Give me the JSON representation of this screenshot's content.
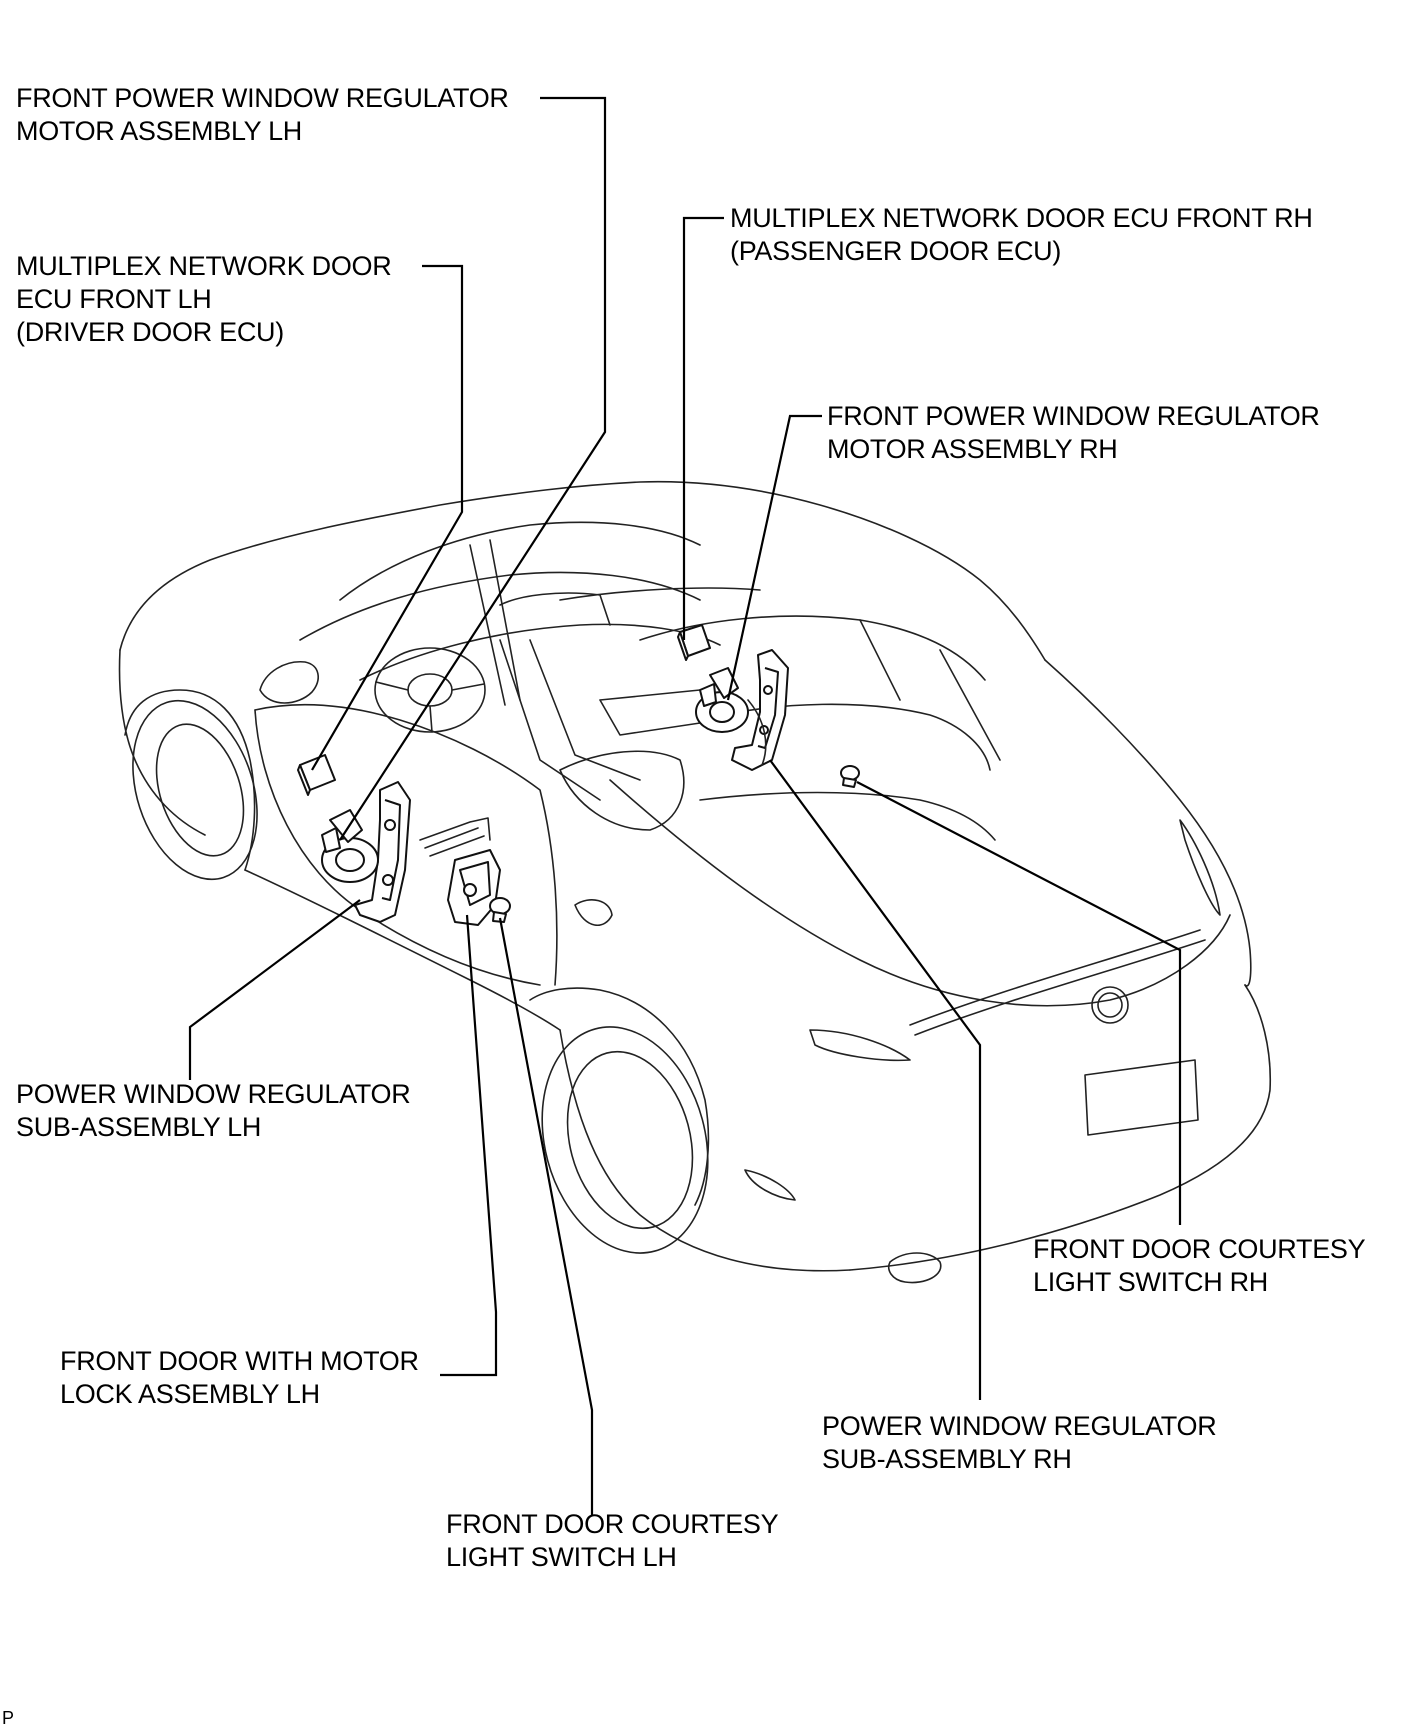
{
  "labels": {
    "fr_motor_lh": [
      "FRONT POWER WINDOW REGULATOR",
      "MOTOR ASSEMBLY LH"
    ],
    "ecu_lh": [
      "MULTIPLEX NETWORK DOOR",
      "ECU FRONT LH",
      "(DRIVER DOOR ECU)"
    ],
    "ecu_rh": [
      "MULTIPLEX NETWORK DOOR ECU FRONT RH",
      "(PASSENGER DOOR ECU)"
    ],
    "fr_motor_rh": [
      "FRONT POWER WINDOW REGULATOR",
      "MOTOR ASSEMBLY RH"
    ],
    "regulator_lh": [
      "POWER WINDOW REGULATOR",
      "SUB-ASSEMBLY LH"
    ],
    "courtesy_rh": [
      "FRONT DOOR COURTESY",
      "LIGHT SWITCH RH"
    ],
    "door_lock_lh": [
      "FRONT DOOR WITH MOTOR",
      "LOCK ASSEMBLY LH"
    ],
    "regulator_rh": [
      "POWER WINDOW REGULATOR",
      "SUB-ASSEMBLY RH"
    ],
    "courtesy_lh": [
      "FRONT DOOR COURTESY",
      "LIGHT SWITCH LH"
    ]
  },
  "figure_code": "P"
}
